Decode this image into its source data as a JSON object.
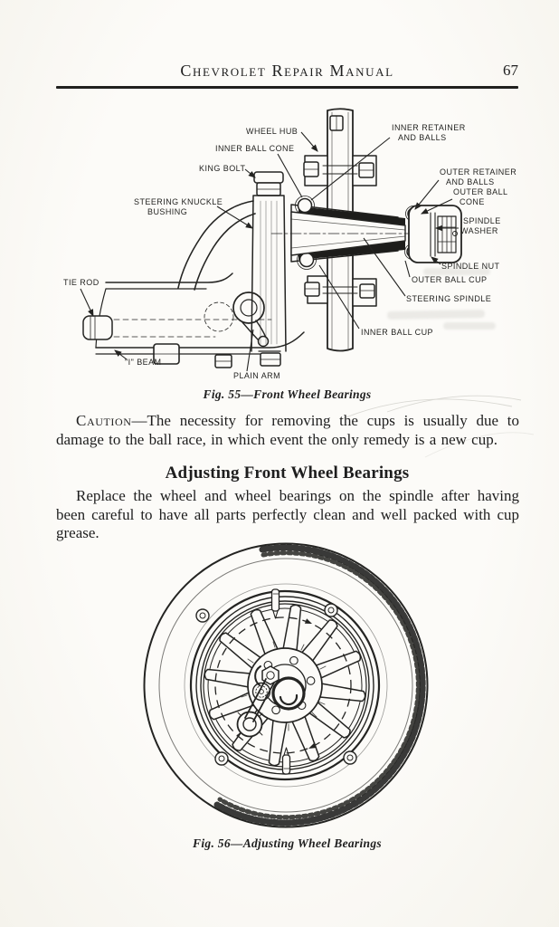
{
  "header": {
    "title": "Chevrolet Repair Manual",
    "page_number": "67"
  },
  "fig55": {
    "caption": "Fig. 55—Front Wheel Bearings",
    "labels": {
      "wheel_hub": "WHEEL HUB",
      "inner_ball_cone": "INNER BALL CONE",
      "king_bolt": "KING BOLT",
      "steering_knuckle_line1": "STEERING KNUCKLE",
      "steering_knuckle_line2": "BUSHING",
      "tie_rod": "TIE ROD",
      "i_beam": "\"I\" BEAM",
      "plain_arm": "PLAIN ARM",
      "inner_retainer_line1": "INNER RETAINER",
      "inner_retainer_line2": "AND BALLS",
      "outer_retainer_line1": "OUTER RETAINER",
      "outer_retainer_line2": "AND BALLS",
      "outer_ball_cone_line1": "OUTER BALL",
      "outer_ball_cone_line2": "CONE",
      "spindle_washer_line1": "SPINDLE",
      "spindle_washer_line2": "WASHER",
      "spindle_nut": "SPINDLE NUT",
      "outer_ball_cup": "OUTER BALL CUP",
      "steering_spindle": "STEERING SPINDLE",
      "inner_ball_cup": "INNER BALL CUP"
    }
  },
  "caution": {
    "label": "Caution",
    "text": "—The necessity for removing the cups is usually due to damage to the ball race, in which event the only remedy is a new cup."
  },
  "section": {
    "heading": "Adjusting Front Wheel Bearings",
    "paragraph": "Replace the wheel and wheel bearings on the spindle after having been careful to have all parts perfectly clean and well packed with cup grease."
  },
  "fig56": {
    "caption": "Fig. 56—Adjusting Wheel Bearings"
  },
  "colors": {
    "ink": "#242422",
    "paper": "#fcfbf8"
  }
}
